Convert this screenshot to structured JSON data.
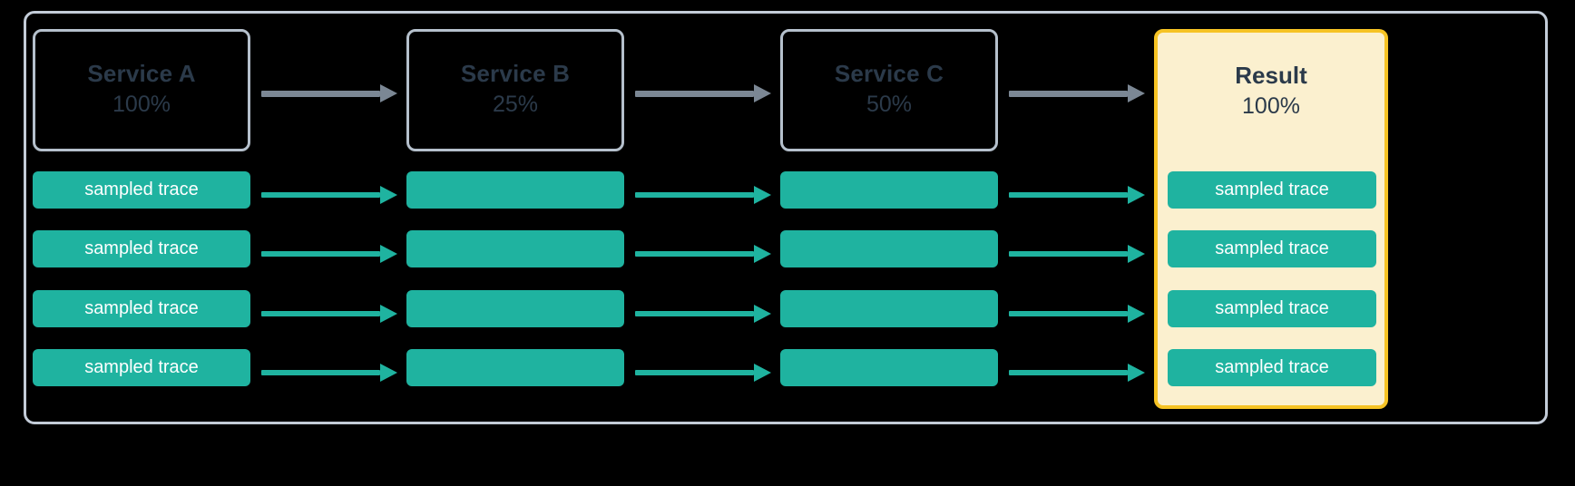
{
  "diagram": {
    "title_visible": false,
    "colors": {
      "background": "#000000",
      "frame_border": "#c3ccd8",
      "service_border": "#b5c0cc",
      "text_dark": "#2b3a4a",
      "trace_teal": "#1fb3a0",
      "arrow_gray": "#7b8794",
      "result_fill": "#fbf0cf",
      "result_border": "#f6c324",
      "trace_label_color": "#ffffff"
    },
    "columns": [
      {
        "id": "service-a",
        "name": "Service A",
        "percent": "100%",
        "highlighted": false,
        "traces": [
          {
            "label": "sampled trace"
          },
          {
            "label": "sampled trace"
          },
          {
            "label": "sampled trace"
          },
          {
            "label": "sampled trace"
          }
        ]
      },
      {
        "id": "service-b",
        "name": "Service B",
        "percent": "25%",
        "highlighted": false,
        "traces": [
          {
            "label": ""
          },
          {
            "label": ""
          },
          {
            "label": ""
          },
          {
            "label": ""
          }
        ]
      },
      {
        "id": "service-c",
        "name": "Service C",
        "percent": "50%",
        "highlighted": false,
        "traces": [
          {
            "label": ""
          },
          {
            "label": ""
          },
          {
            "label": ""
          },
          {
            "label": ""
          }
        ]
      },
      {
        "id": "result",
        "name": "Result",
        "percent": "100%",
        "highlighted": true,
        "traces": [
          {
            "label": "sampled trace"
          },
          {
            "label": "sampled trace"
          },
          {
            "label": "sampled trace"
          },
          {
            "label": "sampled trace"
          }
        ]
      }
    ],
    "arrows": {
      "header_flow": [
        {
          "from": "service-a",
          "to": "service-b",
          "style": "gray"
        },
        {
          "from": "service-b",
          "to": "service-c",
          "style": "gray"
        },
        {
          "from": "service-c",
          "to": "result",
          "style": "gray"
        }
      ],
      "trace_flow_style": "teal",
      "trace_flow_rows": 4
    }
  }
}
